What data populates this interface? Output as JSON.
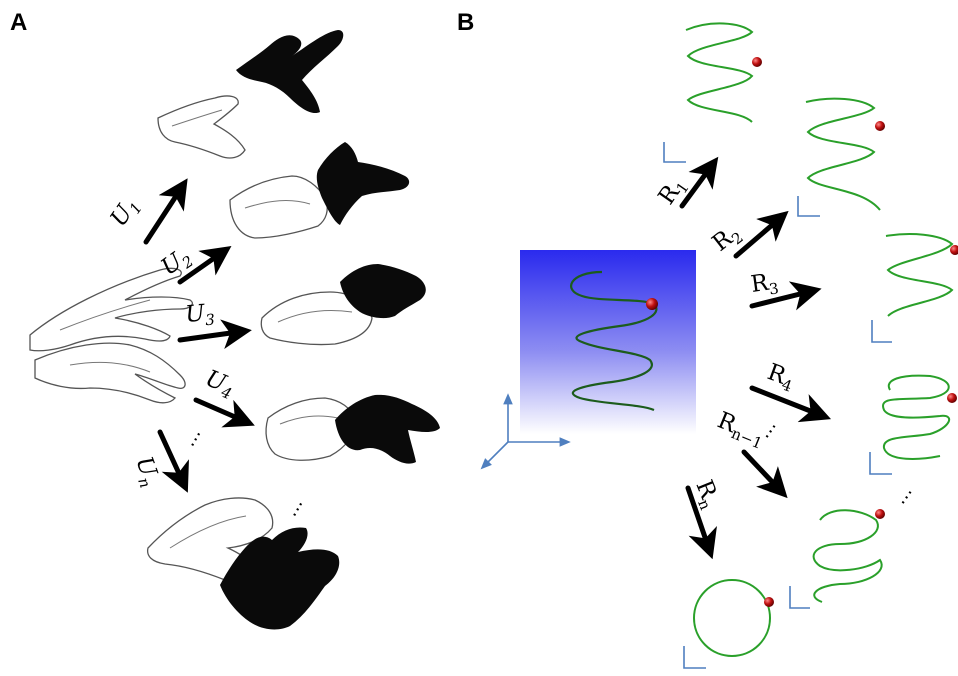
{
  "panels": {
    "a": {
      "letter": "A"
    },
    "b": {
      "letter": "B"
    }
  },
  "panel_a": {
    "transforms": [
      {
        "base": "U",
        "sub": "1"
      },
      {
        "base": "U",
        "sub": "2"
      },
      {
        "base": "U",
        "sub": "3"
      },
      {
        "base": "U",
        "sub": "4"
      },
      {
        "base": "U",
        "sub": "n"
      }
    ],
    "ellipsis": "⋯",
    "shadow_ellipsis": "⋯"
  },
  "panel_b": {
    "rotations": [
      {
        "base": "R",
        "sub": "1"
      },
      {
        "base": "R",
        "sub": "2"
      },
      {
        "base": "R",
        "sub": "3"
      },
      {
        "base": "R",
        "sub": "4"
      },
      {
        "base": "R",
        "sub": "n−1"
      },
      {
        "base": "R",
        "sub": "n"
      }
    ],
    "ellipsis": "⋯",
    "projection_ellipsis": "⋯"
  },
  "colors": {
    "helix_green": "#2aa02a",
    "box_top_blue": "#2a2aee",
    "box_bottom": "#ffffff",
    "axis_blue": "#4f7fbf",
    "ball_red": "#b01010"
  }
}
